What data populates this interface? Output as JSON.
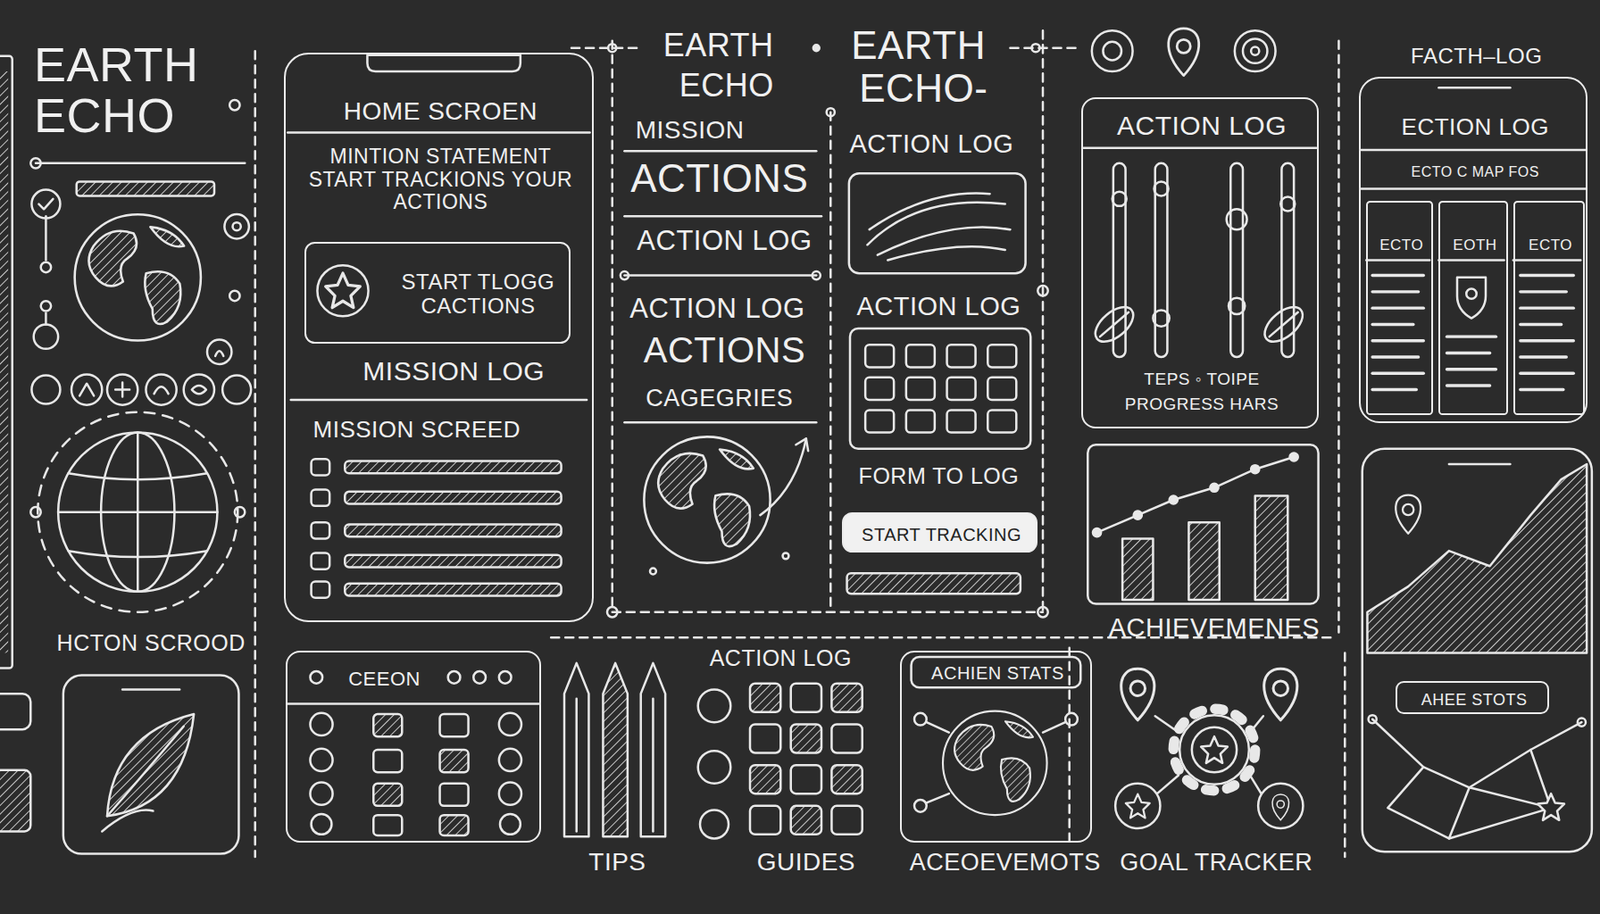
{
  "diagram": {
    "title": "EARTH ECHO",
    "nodes": [
      {
        "text": [
          "HOME SCROEN",
          "MINTION STATEMENT START TRACKIONS YOUR ACTIONS",
          "MISSION LOG",
          "MISSION SCREED"
        ]
      },
      {
        "text": [
          "START TLOGG CACTIONS"
        ],
        "in": 0
      },
      {
        "text": [
          "START TRACKING"
        ]
      },
      {
        "text": [
          "ACTION LOG",
          "TEPS ◦ TOIPE",
          "PROGRESS HARS"
        ]
      },
      {
        "text": [
          "ECTION LOG",
          "ECTO C MAP FOS"
        ]
      },
      {
        "text": [
          "ECTO"
        ],
        "in": 4
      },
      {
        "text": [
          "EOTH"
        ],
        "in": 4
      },
      {
        "text": [
          "ECTO"
        ],
        "in": 4
      },
      {
        "text": [
          "AHEE STOTS"
        ]
      },
      {
        "text": [
          "CEEON"
        ]
      },
      {
        "text": [
          "ACHIEN STATS"
        ]
      }
    ],
    "labels": [
      "EARTH",
      "ECHO",
      "EARTH",
      "ECHO-",
      "FACTH–LOG",
      "MISSION",
      "ACTIONS",
      "ACTION LOG",
      "ACTION LOG",
      "ACTIONS",
      "CAGEGRIES",
      "ACTION LOG",
      "ACTION LOG",
      "FORM TO LOG",
      "HCTON SCROOD",
      "ACHIEVEMENES",
      "ACTION LOG",
      "TIPS",
      "GUIDES",
      "ACEOEVEMOTS",
      "GOAL TRACKER"
    ]
  }
}
